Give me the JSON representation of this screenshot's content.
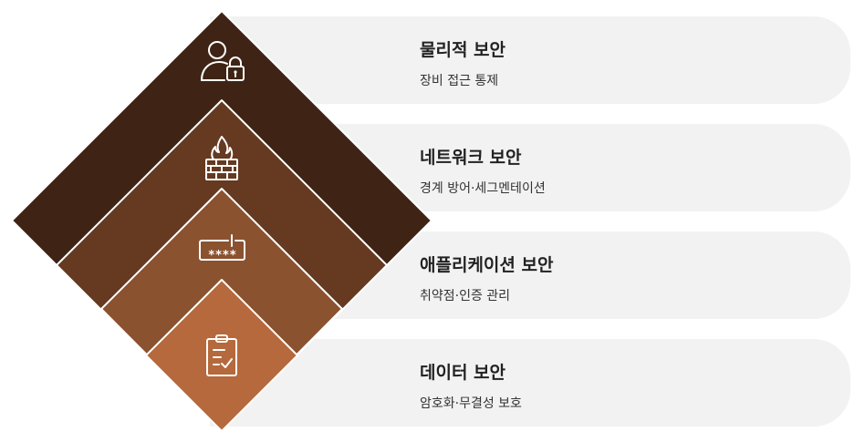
{
  "layers": [
    {
      "title": "물리적 보안",
      "subtitle": "장비 접근 통제",
      "icon": "user-lock-icon",
      "color": "#3f2415"
    },
    {
      "title": "네트워크 보안",
      "subtitle": "경계 방어·세그멘테이션",
      "icon": "firewall-icon",
      "color": "#653a21"
    },
    {
      "title": "애플리케이션 보안",
      "subtitle": "취약점·인증 관리",
      "icon": "password-field-icon",
      "color": "#8b5230"
    },
    {
      "title": "데이터 보안",
      "subtitle": "암호화·무결성 보호",
      "icon": "clipboard-check-icon",
      "color": "#b5693c"
    }
  ]
}
